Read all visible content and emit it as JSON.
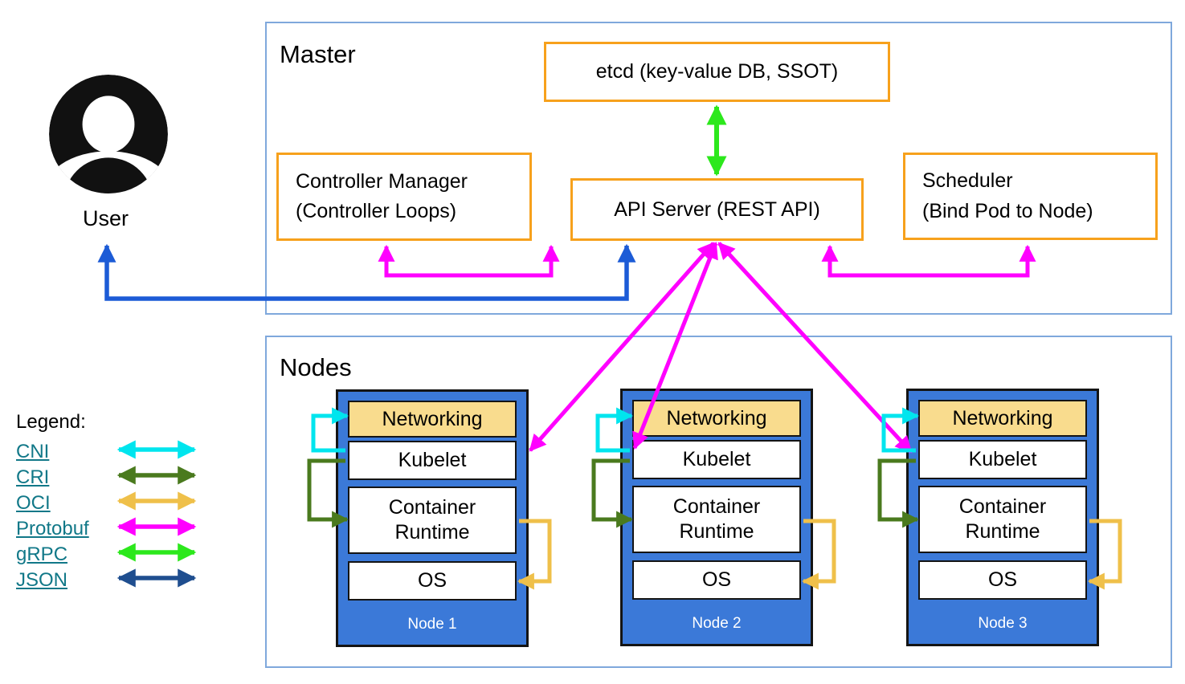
{
  "user": {
    "label": "User"
  },
  "master": {
    "title": "Master",
    "etcd_label": "etcd (key-value DB, SSOT)",
    "controller_manager": {
      "line1": "Controller Manager",
      "line2": "(Controller Loops)"
    },
    "api_server_label": "API Server (REST API)",
    "scheduler": {
      "line1": "Scheduler",
      "line2": "(Bind Pod to Node)"
    }
  },
  "nodes_section": {
    "title": "Nodes",
    "items": [
      {
        "name": "Node 1",
        "networking": "Networking",
        "kubelet": "Kubelet",
        "runtime": "Container Runtime",
        "os": "OS"
      },
      {
        "name": "Node 2",
        "networking": "Networking",
        "kubelet": "Kubelet",
        "runtime": "Container Runtime",
        "os": "OS"
      },
      {
        "name": "Node 3",
        "networking": "Networking",
        "kubelet": "Kubelet",
        "runtime": "Container Runtime",
        "os": "OS"
      }
    ]
  },
  "legend": {
    "title": "Legend:",
    "items": [
      {
        "label": "CNI",
        "color": "#00e5ee"
      },
      {
        "label": "CRI",
        "color": "#4a7a1e"
      },
      {
        "label": "OCI",
        "color": "#efc04a"
      },
      {
        "label": "Protobuf",
        "color": "#ff00ff"
      },
      {
        "label": "gRPC",
        "color": "#2ce81c"
      },
      {
        "label": "JSON",
        "color": "#1f4e8f"
      }
    ]
  },
  "colors": {
    "node_fill": "#3b79d8",
    "networking_fill": "#f9dc8e",
    "orange_box_border": "#f7a11c",
    "container_border": "#7fa8dc",
    "user_arrow_blue": "#1c5bd6",
    "protobuf_magenta": "#ff00ff",
    "grpc_green": "#2ce81c",
    "cni_cyan": "#00e5ee",
    "cri_green": "#4a7a1e",
    "oci_gold": "#efc04a",
    "json_navy": "#1f4e8f",
    "legend_link": "#117888"
  }
}
